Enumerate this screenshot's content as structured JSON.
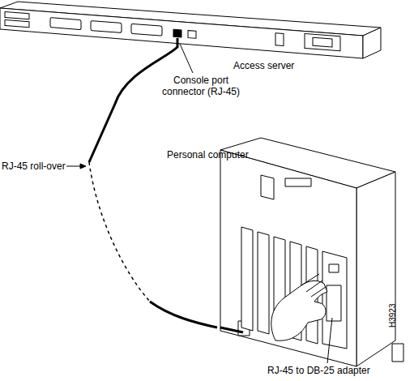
{
  "diagram": {
    "labels": [
      "Access server",
      "Console port connector (RJ-45)",
      "Personal computer",
      "RJ-45 roll-over",
      "RJ-45 to DB-25 adapter",
      "H3923"
    ]
  }
}
